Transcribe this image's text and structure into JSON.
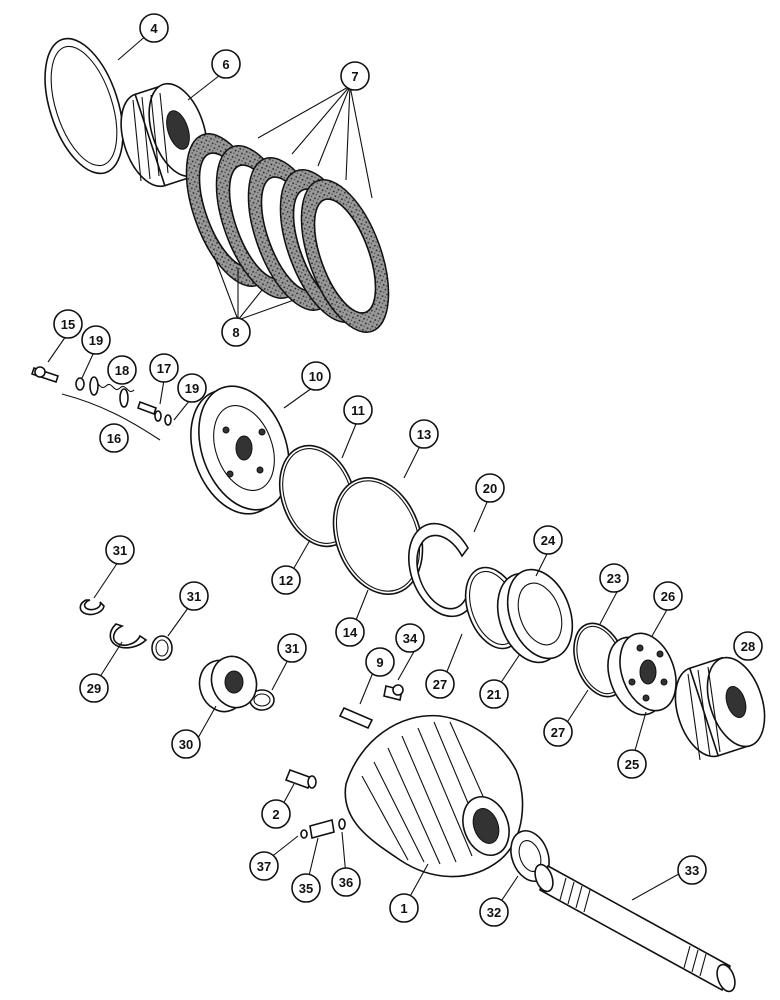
{
  "labels": [
    "4",
    "6",
    "7",
    "8",
    "15",
    "19",
    "18",
    "17",
    "19",
    "16",
    "10",
    "11",
    "13",
    "20",
    "31",
    "29",
    "31",
    "12",
    "14",
    "24",
    "23",
    "26",
    "28",
    "31",
    "30",
    "9",
    "34",
    "27",
    "21",
    "27",
    "25",
    "2",
    "37",
    "35",
    "36",
    "1",
    "32",
    "33"
  ],
  "colors": {
    "ink": "#111111",
    "background": "#ffffff"
  }
}
